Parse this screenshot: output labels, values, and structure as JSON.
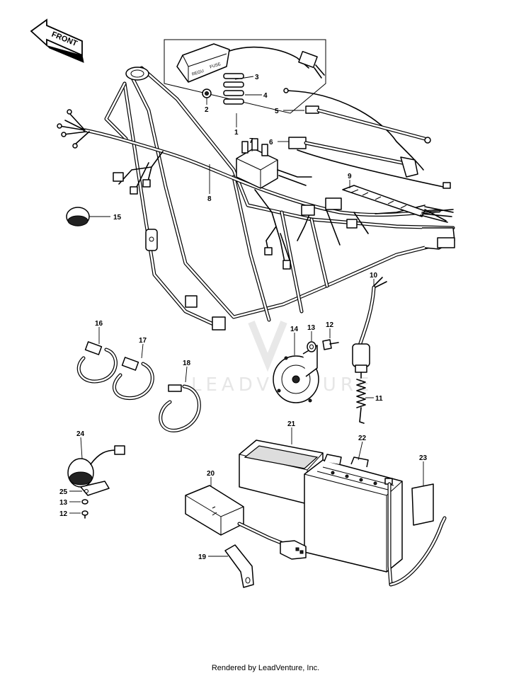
{
  "front_label": "FRONT",
  "fuse_box_label": "FUSE",
  "regulator_label": "REGU",
  "watermark": "LEADVENTURE",
  "callouts": {
    "c1": "1",
    "c2": "2",
    "c3": "3",
    "c4": "4",
    "c5": "5",
    "c6": "6",
    "c7": "7",
    "c8": "8",
    "c9": "9",
    "c10": "10",
    "c11": "11",
    "c12a": "12",
    "c13a": "13",
    "c14": "14",
    "c15": "15",
    "c16": "16",
    "c17": "17",
    "c18": "18",
    "c19": "19",
    "c20": "20",
    "c21": "21",
    "c22": "22",
    "c23": "23",
    "c24": "24",
    "c25": "25",
    "c13b": "13",
    "c12b": "12"
  },
  "footer": "Rendered by LeadVenture, Inc."
}
